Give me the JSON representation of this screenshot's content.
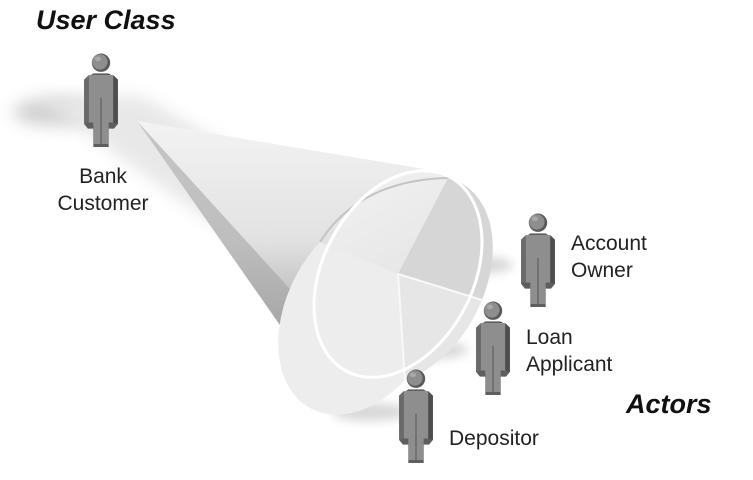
{
  "titles": {
    "user_class": "User Class",
    "actors": "Actors"
  },
  "user_class": {
    "name_line1": "Bank",
    "name_line2": "Customer"
  },
  "actors": [
    {
      "line1": "Account",
      "line2": "Owner"
    },
    {
      "line1": "Loan",
      "line2": "Applicant"
    },
    {
      "line1": "Depositor",
      "line2": ""
    }
  ],
  "colors": {
    "figure_body": "#8c8c8c",
    "figure_dark": "#5c5c5c",
    "cone_light": "#eeeeee",
    "cone_dark": "#a6a6a6",
    "disc": "#d9d9d9",
    "shadow": "#cfcfcf",
    "heading_text": "#111111",
    "label_text": "#222222"
  },
  "icons": {
    "person": "person-figure-icon",
    "cone": "funnel-cone"
  }
}
